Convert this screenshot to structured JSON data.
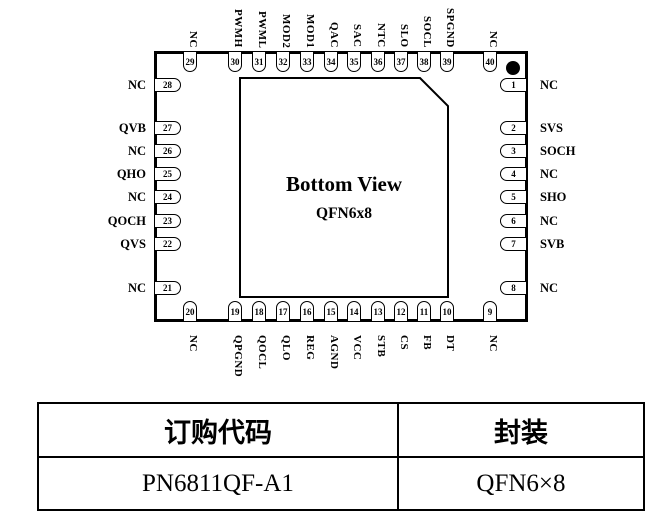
{
  "diagram": {
    "center_title": "Bottom View",
    "center_subtitle": "QFN6x8",
    "pin1_marker": "filled-dot",
    "pins": {
      "top": [
        {
          "num": "29",
          "label": "NC"
        },
        {
          "num": "30",
          "label": "PWMH"
        },
        {
          "num": "31",
          "label": "PWML"
        },
        {
          "num": "32",
          "label": "MOD2"
        },
        {
          "num": "33",
          "label": "MOD1"
        },
        {
          "num": "34",
          "label": "QAC"
        },
        {
          "num": "35",
          "label": "SAC"
        },
        {
          "num": "36",
          "label": "NTC"
        },
        {
          "num": "37",
          "label": "SLO"
        },
        {
          "num": "38",
          "label": "SOCL"
        },
        {
          "num": "39",
          "label": "SPGND"
        },
        {
          "num": "40",
          "label": "NC"
        }
      ],
      "right": [
        {
          "num": "1",
          "label": "NC"
        },
        {
          "num": "2",
          "label": "SVS"
        },
        {
          "num": "3",
          "label": "SOCH"
        },
        {
          "num": "4",
          "label": "NC"
        },
        {
          "num": "5",
          "label": "SHO"
        },
        {
          "num": "6",
          "label": "NC"
        },
        {
          "num": "7",
          "label": "SVB"
        },
        {
          "num": "8",
          "label": "NC"
        }
      ],
      "bottom": [
        {
          "num": "20",
          "label": "NC"
        },
        {
          "num": "19",
          "label": "QPGND"
        },
        {
          "num": "18",
          "label": "QOCL"
        },
        {
          "num": "17",
          "label": "QLO"
        },
        {
          "num": "16",
          "label": "REG"
        },
        {
          "num": "15",
          "label": "AGND"
        },
        {
          "num": "14",
          "label": "VCC"
        },
        {
          "num": "13",
          "label": "STB"
        },
        {
          "num": "12",
          "label": "CS"
        },
        {
          "num": "11",
          "label": "FB"
        },
        {
          "num": "10",
          "label": "DT"
        },
        {
          "num": "9",
          "label": "NC"
        }
      ],
      "left": [
        {
          "num": "28",
          "label": "NC"
        },
        {
          "num": "27",
          "label": "QVB"
        },
        {
          "num": "26",
          "label": "NC"
        },
        {
          "num": "25",
          "label": "QHO"
        },
        {
          "num": "24",
          "label": "NC"
        },
        {
          "num": "23",
          "label": "QOCH"
        },
        {
          "num": "22",
          "label": "QVS"
        },
        {
          "num": "21",
          "label": "NC"
        }
      ]
    }
  },
  "table": {
    "headers": [
      "订购代码",
      "封装"
    ],
    "rows": [
      [
        "PN6811QF-A1",
        "QFN6×8"
      ]
    ]
  },
  "colors": {
    "ink": "#000000",
    "background": "#ffffff"
  }
}
